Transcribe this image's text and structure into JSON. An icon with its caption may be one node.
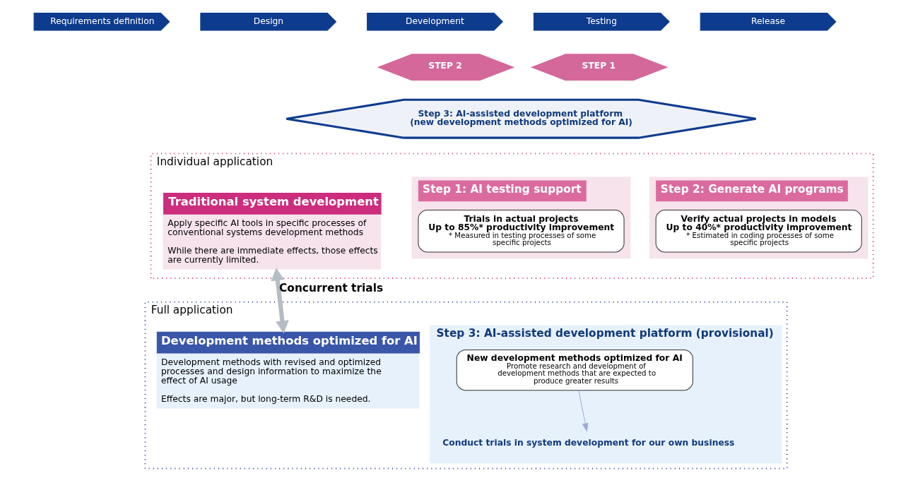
{
  "diagram": {
    "nodes": [
      {
        "text": [
          "Requirements definition"
        ]
      },
      {
        "text": [
          "Design"
        ]
      },
      {
        "text": [
          "Development"
        ]
      },
      {
        "text": [
          "Testing"
        ]
      },
      {
        "text": [
          "Release"
        ]
      },
      {
        "text": [
          "STEP 2"
        ]
      },
      {
        "text": [
          "STEP 1"
        ]
      },
      {
        "text": [
          "Step 3: AI-assisted development platform",
          "(new development methods optimized for AI)"
        ]
      },
      {
        "text": [
          "Individual application"
        ]
      },
      {
        "text": [
          "Traditional system development",
          "Apply specific AI tools in specific processes of conventional systems development methods",
          "While there are immediate effects, those effects are currently limited."
        ],
        "in": 8
      },
      {
        "text": [
          "Step 1: AI testing support"
        ],
        "in": 8
      },
      {
        "text": [
          "Trials in actual projects",
          "Up to 85%* productivity improvement",
          "* Measured in testing processes of some specific projects"
        ],
        "in": 10
      },
      {
        "text": [
          "Step 2: Generate AI programs"
        ],
        "in": 8
      },
      {
        "text": [
          "Verify actual projects in models",
          "Up to 40%* productivity improvement",
          "* Estimated in coding processes of some specific projects"
        ],
        "in": 12
      },
      {
        "text": [
          "Full application"
        ]
      },
      {
        "text": [
          "Development methods optimized for AI",
          "Development methods with revised and optimized processes and design information to maximize the effect of AI usage",
          "Effects are major, but long-term R&D is needed."
        ],
        "in": 14
      },
      {
        "text": [
          "Step 3: AI-assisted development platform (provisional)"
        ],
        "in": 14
      },
      {
        "text": [
          "New development methods optimized for AI",
          "Promote research and development of development methods that are expected to produce greater results"
        ],
        "in": 16
      },
      {
        "text": [
          "Conduct trials in system development for our own business"
        ],
        "in": 16
      }
    ],
    "edges": [
      {
        "from": 9,
        "to": 15,
        "arrow": "both",
        "label": "Concurrent trials",
        "style": "thick",
        "color": "#b4bcc4"
      },
      {
        "from": 17,
        "to": 18,
        "arrow": "to",
        "color": "#9fa8d6"
      }
    ]
  }
}
